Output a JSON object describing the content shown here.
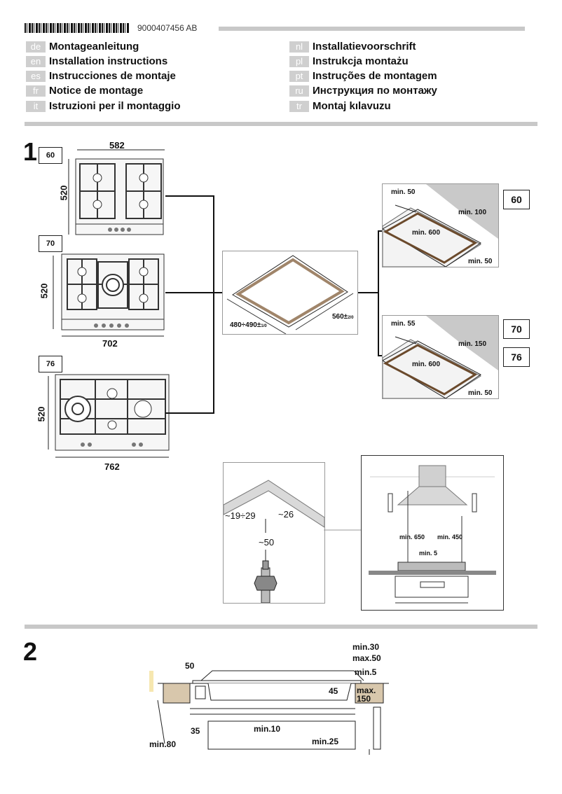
{
  "header": {
    "doc_number": "9000407456   AB",
    "languages_left": [
      {
        "code": "de",
        "title": "Montageanleitung"
      },
      {
        "code": "en",
        "title": "Installation instructions"
      },
      {
        "code": "es",
        "title": "Instrucciones de montaje"
      },
      {
        "code": "fr",
        "title": "Notice de montage"
      },
      {
        "code": "it",
        "title": "Istruzioni per il montaggio"
      }
    ],
    "languages_right": [
      {
        "code": "nl",
        "title": "Installatievoorschrift"
      },
      {
        "code": "pl",
        "title": "Instrukcja montażu"
      },
      {
        "code": "pt",
        "title": "Instruções de montagem"
      },
      {
        "code": "ru",
        "title": "Инструкция по монтажу"
      },
      {
        "code": "tr",
        "title": "Montaj kılavuzu"
      }
    ]
  },
  "section1": {
    "number": "1",
    "hobs": [
      {
        "tag": "60",
        "width": "582",
        "depth": "520"
      },
      {
        "tag": "70",
        "width": "702",
        "depth": "520"
      },
      {
        "tag": "76",
        "width": "762",
        "depth": "520"
      }
    ],
    "cutout": {
      "width": "480÷490±",
      "width_tol": "1/0",
      "depth": "560±",
      "depth_tol": "2/0"
    },
    "clearance_60": {
      "tag": "60",
      "back": "min. 50",
      "side": "min. 100",
      "depth": "min. 600",
      "front": "min. 50"
    },
    "clearance_70": {
      "tags": [
        "70",
        "76"
      ],
      "back": "min. 55",
      "side": "min. 150",
      "depth": "min. 600",
      "front": "min. 50"
    },
    "gas_pipe": {
      "a": "~19÷29",
      "b": "~26",
      "c": "~50"
    },
    "hood": {
      "left": "min. 650",
      "right": "min. 450",
      "gap": "min. 5"
    }
  },
  "section2": {
    "number": "2",
    "labels": {
      "top_50": "50",
      "min30": "min.30",
      "max50": "max.50",
      "min5": "min.5",
      "d45": "45",
      "max150a": "max.",
      "max150b": "150",
      "min10": "min.10",
      "d35": "35",
      "min25": "min.25",
      "min80": "min.80"
    }
  }
}
